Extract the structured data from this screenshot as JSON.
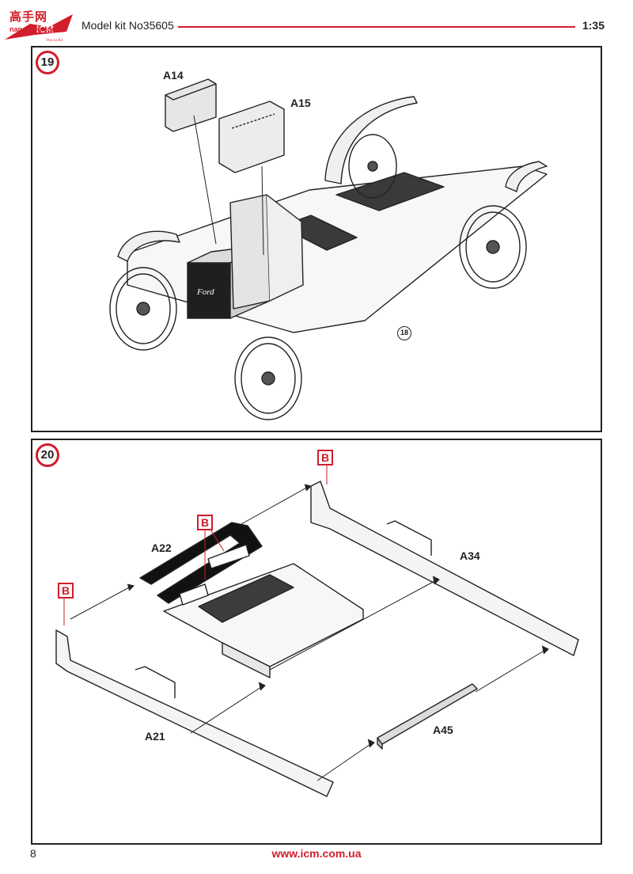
{
  "header": {
    "watermark_text": "高手网",
    "watermark_url": "nan-shou.com",
    "model_kit": "Model kit No35605",
    "scale": "1:35"
  },
  "step19": {
    "number": "19",
    "labels": {
      "a14": "A14",
      "a15": "A15"
    },
    "reference": "18",
    "emblem": "Ford"
  },
  "step20": {
    "number": "20",
    "labels": {
      "a22": "A22",
      "a34": "A34",
      "a21": "A21",
      "a45": "A45"
    },
    "decal_tags": [
      "B",
      "B",
      "B"
    ]
  },
  "footer": {
    "page_number": "8",
    "url": "www.icm.com.ua"
  },
  "colors": {
    "accent": "#d11e2b",
    "ink": "#222222"
  }
}
